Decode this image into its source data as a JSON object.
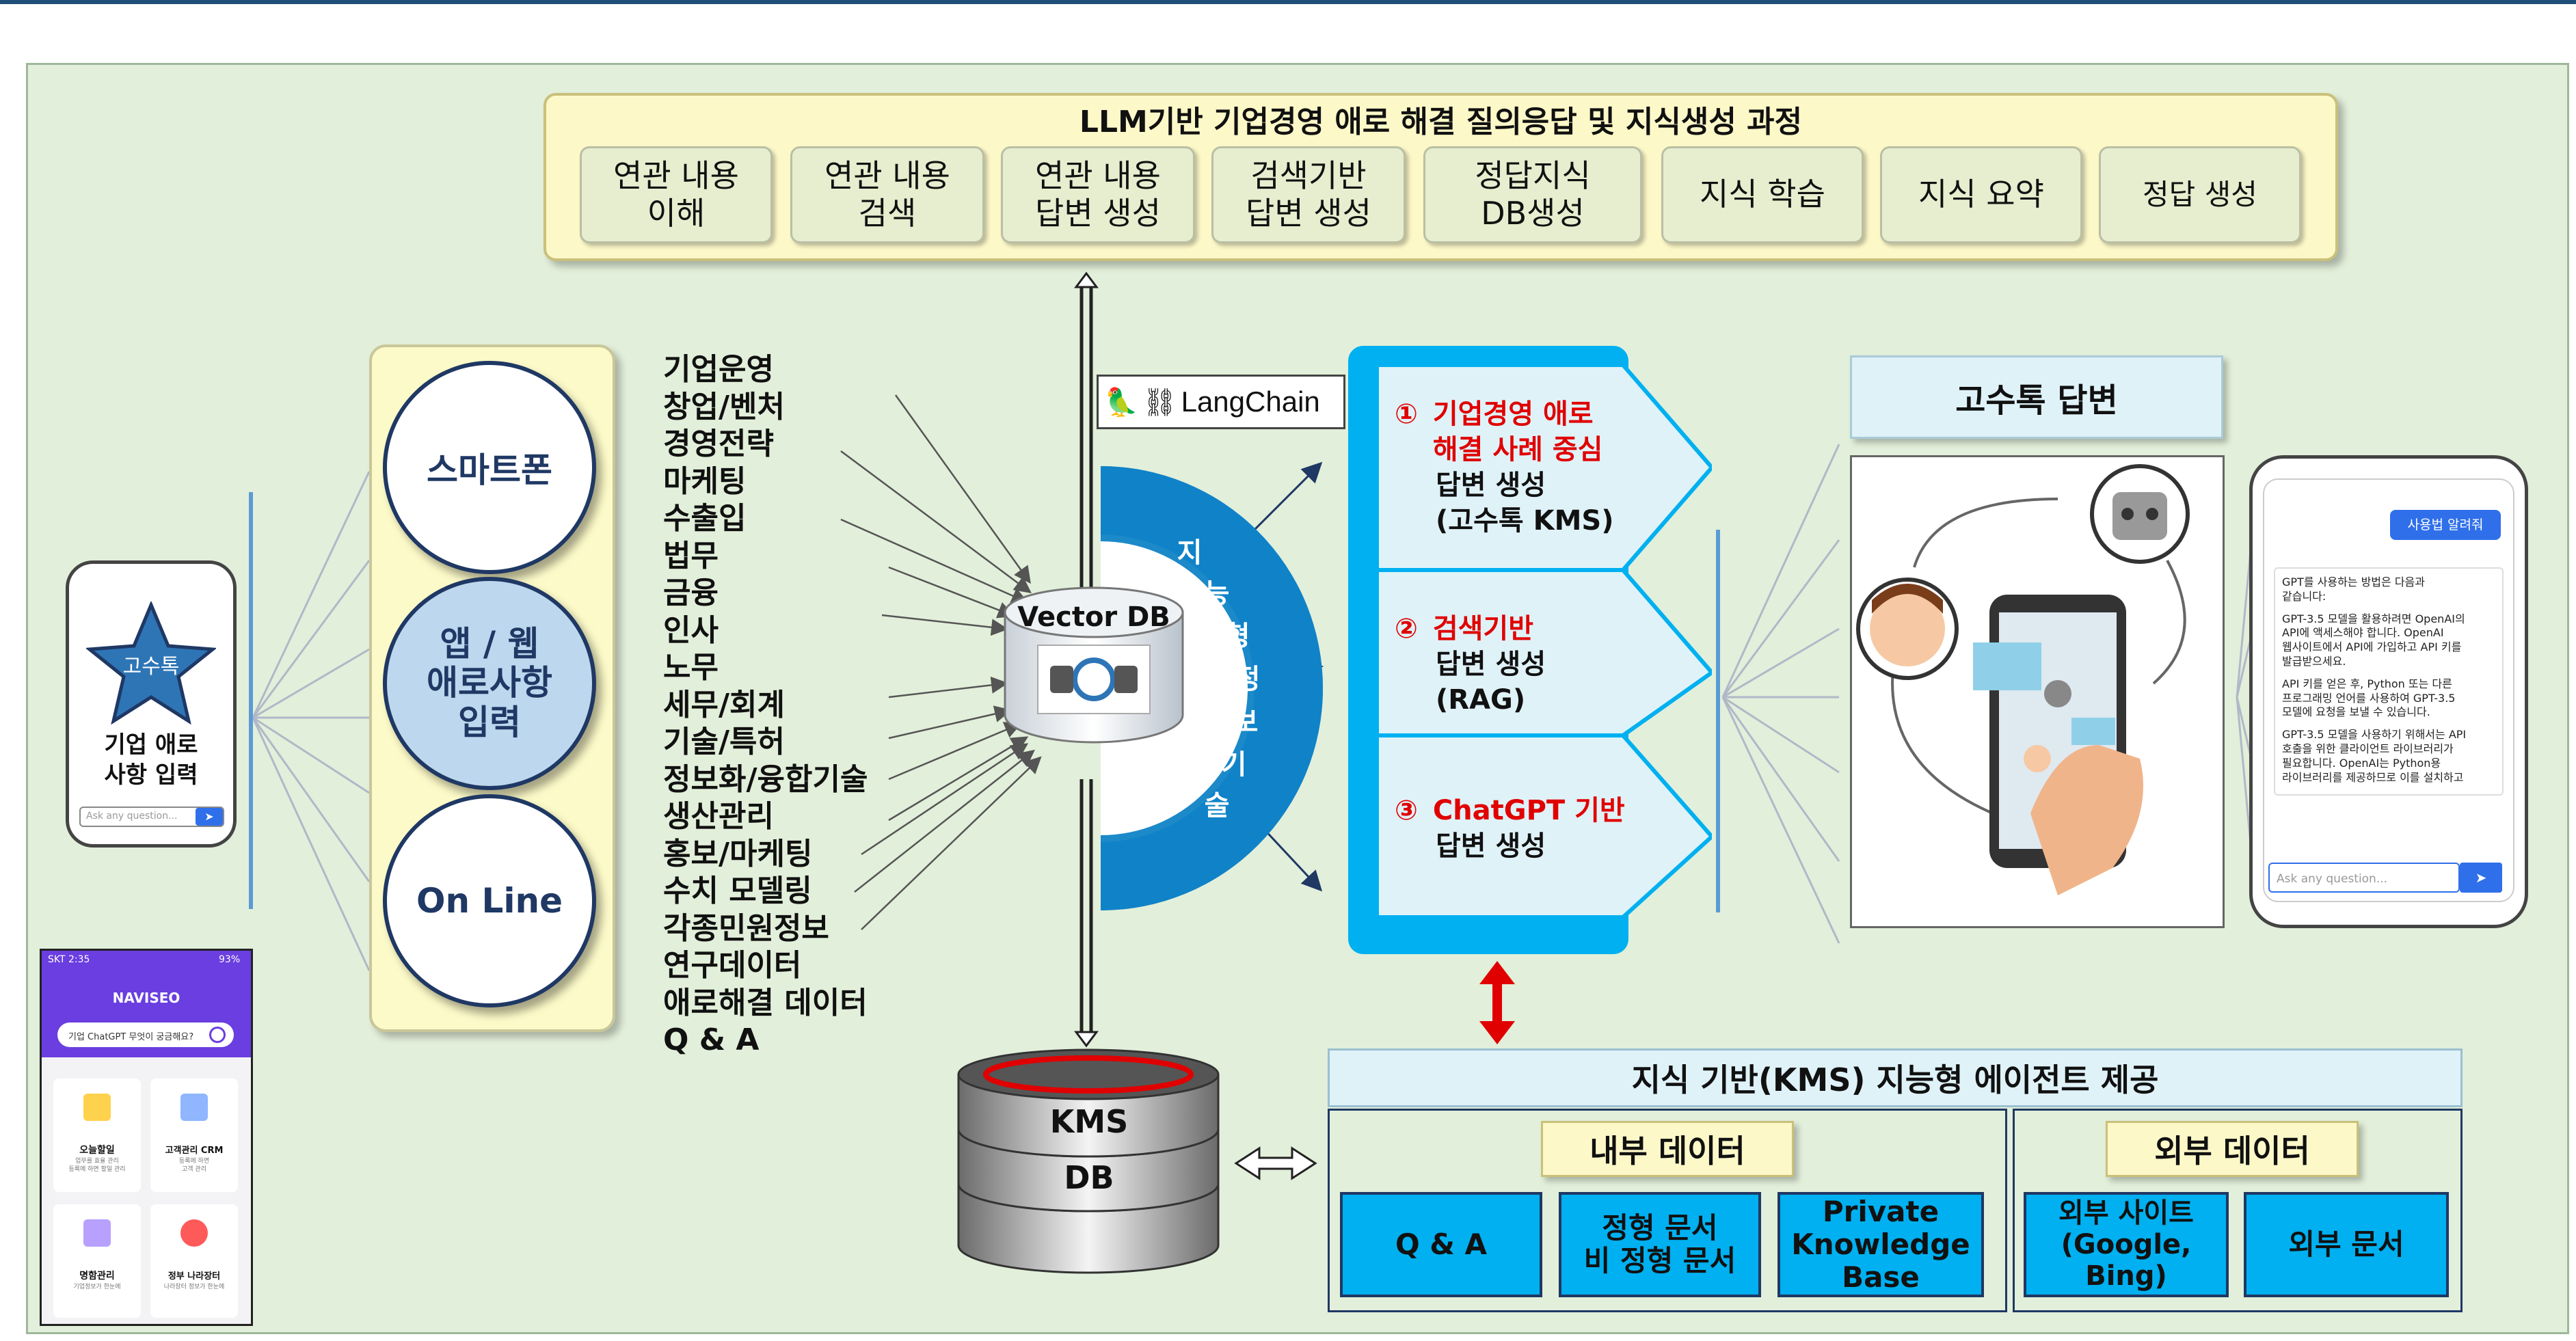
{
  "llm_process": {
    "title": "LLM기반 기업경영 애로 해결 질의응답 및 지식생성 과정",
    "steps": [
      "연관 내용\n이해",
      "연관 내용\n검색",
      "연관 내용\n답변 생성",
      "검색기반\n답변 생성",
      "정답지식\nDB생성",
      "지식 학습",
      "지식 요약",
      "정답 생성"
    ]
  },
  "left_phone": {
    "logo": "고수톡",
    "caption": "기업 애로\n사항 입력",
    "input_placeholder": "Ask any question...",
    "send_icon": "send-arrow-icon"
  },
  "mobile_app": {
    "status_left": "SKT 2:35",
    "status_right": "93%",
    "brand": "NAVISEO",
    "search_text": "기업 ChatGPT 무엇이 궁금해요?",
    "tiles": [
      {
        "title": "오늘할일",
        "sub": "업무를 효율 관리\n등록에 하면 할일 관리"
      },
      {
        "title": "고객관리 CRM",
        "sub": "등록에 하면\n고객 관리"
      },
      {
        "title": "명함관리",
        "sub": "기업정보가 한눈에"
      },
      {
        "title": "정부 나라장터",
        "sub": "나라장터 정보가 한눈에"
      }
    ]
  },
  "input_channels": [
    "스마트폰",
    "앱 / 웹\n애로사항\n입력",
    "On Line"
  ],
  "categories": [
    "기업운영",
    "창업/벤처",
    "경영전략",
    "마케팅",
    "수출입",
    "법무",
    "금융",
    "인사",
    "노무",
    "세무/회계",
    "기술/특허",
    "정보화/융합기술",
    "생산관리",
    "홍보/마케팅",
    "수치 모델링",
    "각종민원정보",
    "연구데이터",
    "애로해결 데이터",
    "Q & A"
  ],
  "langchain": {
    "label": "LangChain",
    "icon": "parrot-chain-icon"
  },
  "vector_db": {
    "label": "Vector DB"
  },
  "arc_text": [
    "지",
    "능",
    "형",
    "정",
    "보",
    "기",
    "술"
  ],
  "answer_methods": [
    {
      "num": "①",
      "red": "기업경영 애로\n해결 사례 중심",
      "black": "답변 생성\n(고수톡 KMS)"
    },
    {
      "num": "②",
      "red": "검색기반",
      "black": "답변 생성\n(RAG)"
    },
    {
      "num": "③",
      "red": "ChatGPT 기반",
      "black": "답변 생성"
    }
  ],
  "answer_title": "고수톡 답변",
  "right_phone": {
    "button": "사용법 알려줘",
    "answer_lines": [
      "GPT를 사용하는 방법은 다음과\n같습니다:",
      "GPT-3.5 모델을 활용하려면 OpenAI의\nAPI에 액세스해야 합니다. OpenAI\n웹사이트에서 API에 가입하고 API 키를\n발급받으세요.",
      "API 키를 얻은 후, Python 또는 다른\n프로그래밍 언어를 사용하여 GPT-3.5\n모델에 요청을 보낼 수 있습니다.",
      "GPT-3.5 모델을 사용하기 위해서는 API\n호출을 위한 클라이언트 라이브러리가\n필요합니다. OpenAI는 Python용\n라이브러리를 제공하므로 이를 설치하고"
    ],
    "input_placeholder": "Ask any question..."
  },
  "kms_db": {
    "line1": "KMS",
    "line2": "DB"
  },
  "kms": {
    "header": "지식 기반(KMS) 지능형 에이전트 제공",
    "internal_title": "내부 데이터",
    "internal_items": [
      "Q & A",
      "정형 문서\n비 정형 문서",
      "Private\nKnowledge\nBase"
    ],
    "external_title": "외부 데이터",
    "external_items": [
      "외부 사이트\n(Google, Bing)",
      "외부 문서"
    ]
  },
  "colors": {
    "accent_blue": "#00b0f0",
    "navy": "#1f3864",
    "red": "#e00000",
    "panel_green": "#e2efda",
    "yellow": "#fdf8c8"
  }
}
